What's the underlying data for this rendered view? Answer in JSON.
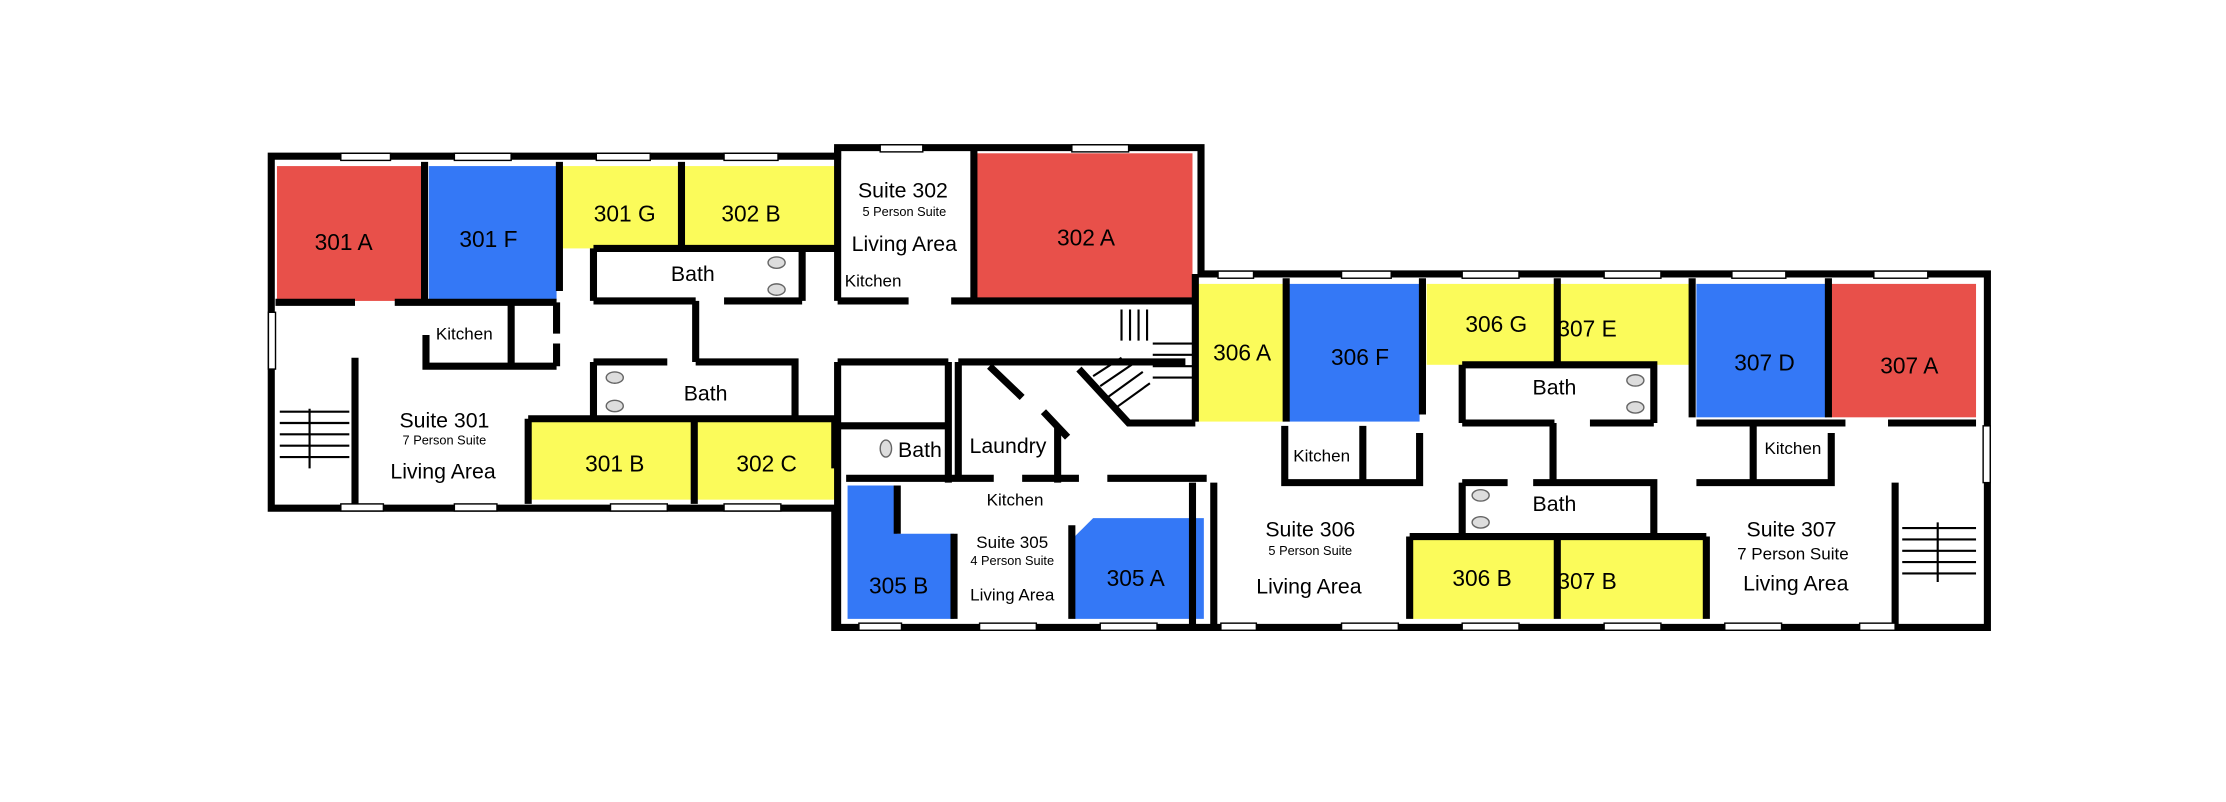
{
  "colors": {
    "red": "#e8504a",
    "blue": "#3478f6",
    "yellow": "#fbfb5a"
  },
  "rooms": {
    "r301a": "301 A",
    "r301f": "301 F",
    "r301g": "301 G",
    "r302b": "302 B",
    "r302a": "302 A",
    "r306a": "306 A",
    "r306f": "306 F",
    "r306g": "306 G",
    "r307e": "307 E",
    "r307d": "307 D",
    "r307a": "307 A",
    "r301b": "301 B",
    "r302c": "302 C",
    "r305b": "305 B",
    "r305a": "305 A",
    "r306b": "306 B",
    "r307b": "307 B"
  },
  "suites": {
    "s301": {
      "name": "Suite 301",
      "size": "7 Person Suite",
      "living": "Living Area"
    },
    "s302": {
      "name": "Suite 302",
      "size": "5 Person Suite",
      "living": "Living Area"
    },
    "s305": {
      "name": "Suite 305",
      "size": "4 Person Suite",
      "living": "Living Area"
    },
    "s306": {
      "name": "Suite 306",
      "size": "5 Person Suite",
      "living": "Living Area"
    },
    "s307": {
      "name": "Suite 307",
      "size": "7 Person Suite",
      "living": "Living Area"
    }
  },
  "labels": {
    "bath": "Bath",
    "kitchen": "Kitchen",
    "laundry": "Laundry"
  }
}
